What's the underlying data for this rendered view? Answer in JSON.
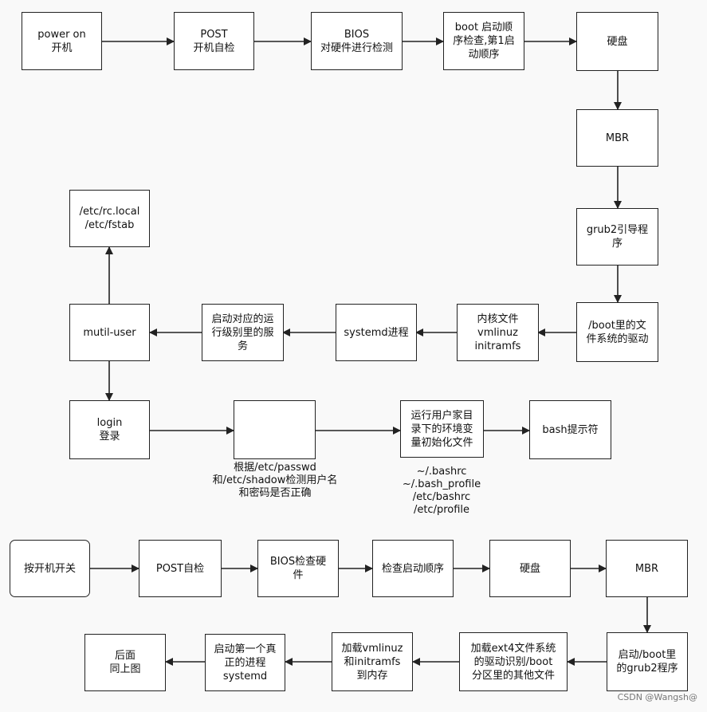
{
  "diagram1": {
    "nodes": {
      "power_on": "power on\n开机",
      "post": "POST\n开机自检",
      "bios": "BIOS\n对硬件进行检测",
      "boot_order": "boot 启动顺\n序检查,第1启\n动顺序",
      "disk": "硬盘",
      "mbr": "MBR",
      "grub2": "grub2引导程\n序",
      "boot_driver": "/boot里的文\n件系统的驱动",
      "kernel": "内核文件\nvmlinuz\ninitramfs",
      "systemd": "systemd进程",
      "services": "启动对应的运\n行级别里的服\n务",
      "multi_user": "mutil-user",
      "rc_local": "/etc/rc.local\n/etc/fstab",
      "login": "login\n登录",
      "check_pw": "",
      "env_init": "运行用户家目\n录下的环境变\n量初始化文件",
      "bash": "bash提示符"
    },
    "notes": {
      "check_pw": "根据/etc/passwd\n和/etc/shadow检测用户名\n和密码是否正确",
      "env_files": "~/.bashrc\n~/.bash_profile\n/etc/bashrc\n/etc/profile"
    }
  },
  "diagram2": {
    "nodes": {
      "power_switch": "按开机开关",
      "post": "POST自检",
      "bios": "BIOS检查硬\n件",
      "boot_order": "检查启动顺序",
      "disk": "硬盘",
      "mbr": "MBR",
      "grub2": "启动/boot里\n的grub2程序",
      "ext4": "加载ext4文件系统\n的驱动识别/boot\n分区里的其他文件",
      "kernel": "加载vmlinuz\n和initramfs\n到内存",
      "systemd": "启动第一个真\n正的进程\nsystemd",
      "later": "后面\n同上图"
    }
  },
  "watermark": "CSDN @Wangsh@"
}
